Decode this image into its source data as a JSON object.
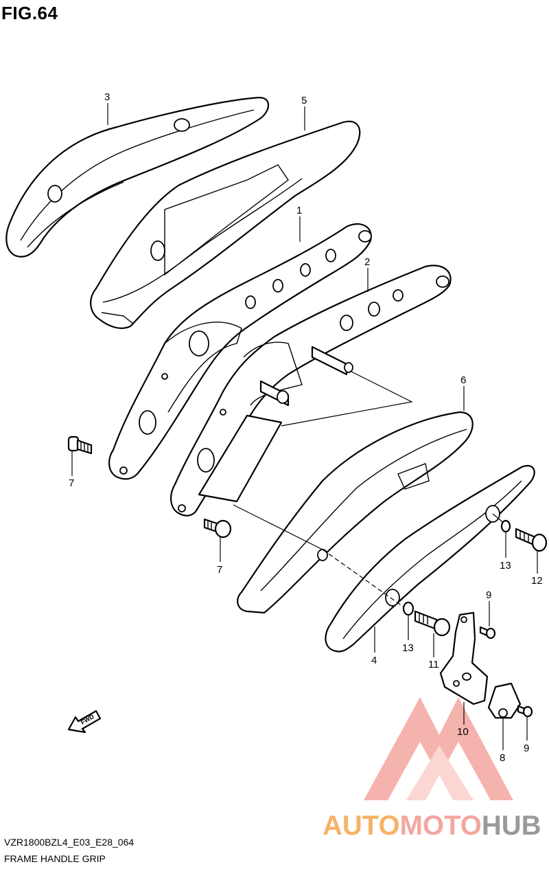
{
  "figure": {
    "title": "FIG.64"
  },
  "callouts": {
    "c1": "1",
    "c2": "2",
    "c3": "3",
    "c4": "4",
    "c5": "5",
    "c6": "6",
    "c7a": "7",
    "c7b": "7",
    "c8": "8",
    "c9a": "9",
    "c9b": "9",
    "c10": "10",
    "c11": "11",
    "c12": "12",
    "c13a": "13",
    "c13b": "13"
  },
  "direction_arrow": {
    "label": "FWD",
    "icon": "fwd-arrow-icon"
  },
  "watermark": {
    "part1": "AUTO",
    "part2": "MOTO",
    "part3": "HUB",
    "colors": {
      "auto": "#f7b267",
      "moto": "#f4a6a0",
      "hub": "#9a9a9a",
      "logo": "#f4a6a0"
    }
  },
  "footer": {
    "model_code": "VZR1800BZL4_E03_E28_064",
    "name": "FRAME HANDLE GRIP"
  }
}
